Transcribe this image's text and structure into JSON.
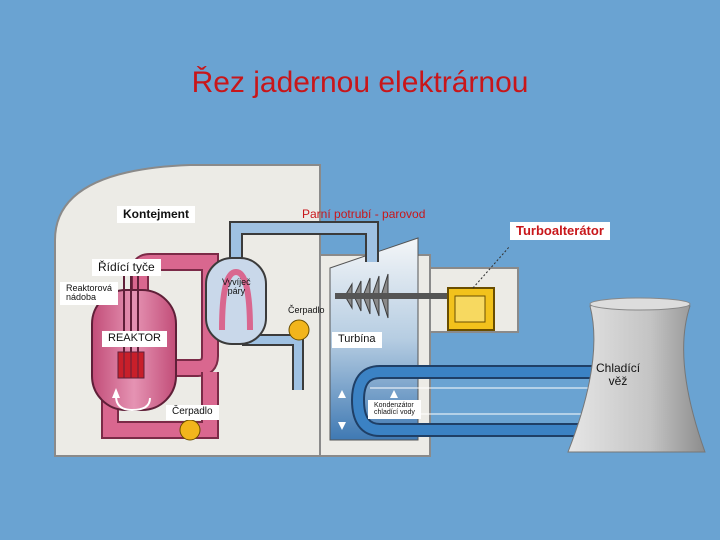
{
  "title": "Řez jadernou elektrárnou",
  "labels": {
    "containment": "Kontejment",
    "steam_pipe": "Parní potrubí - parovod",
    "turbo_generator": "Turboalterátor",
    "control_rods": "Řídící tyče",
    "reactor_vessel_line1": "Reaktorová",
    "reactor_vessel_line2": "nádoba",
    "steam_generator_line1": "Vyvíječ",
    "steam_generator_line2": "páry",
    "pump_top": "Čerpadlo",
    "reactor": "REAKTOR",
    "turbine": "Turbína",
    "cooling_tower_line1": "Chladící",
    "cooling_tower_line2": "věž",
    "pump_bottom": "Čerpadlo",
    "condenser_line1": "Kondenzátor",
    "condenser_line2": "chladící vody"
  },
  "colors": {
    "background": "#6aa3d2",
    "title": "#c8161a",
    "primary_loop": "#d9678f",
    "secondary_loop": "#8fb6dc",
    "cooling_loop": "#2f6fb0",
    "pump": "#f2b51c",
    "generator": "#f2c21c",
    "tower": "#c9c9c9"
  }
}
